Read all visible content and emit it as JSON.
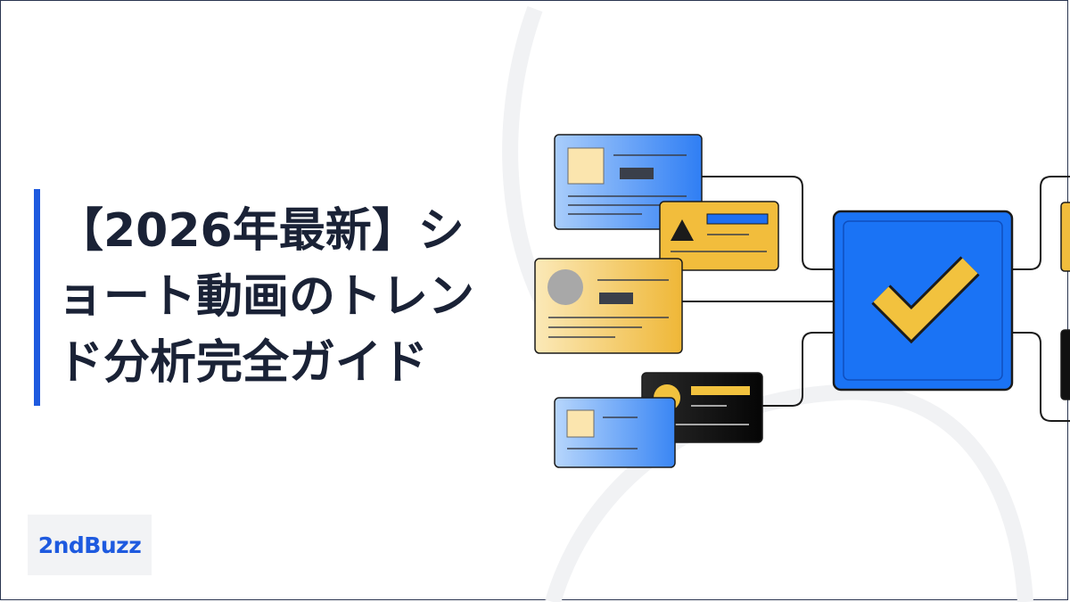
{
  "title": {
    "lines": [
      "【2026年最新】シ",
      "ョート動画のトレン",
      "ド分析完全ガイド"
    ]
  },
  "brand": {
    "logo_text": "2ndBuzz"
  },
  "colors": {
    "accent": "#1e5adf",
    "title_text": "#1a2236",
    "card_blue": "#3f8ef5",
    "card_yellow": "#f2bd3c",
    "card_black": "#111111",
    "check_box": "#1a73f5",
    "check_mark": "#f2c23e"
  },
  "icons": [
    "checkmark-icon",
    "triangle-icon",
    "image-placeholder-icon",
    "avatar-circle-icon"
  ]
}
